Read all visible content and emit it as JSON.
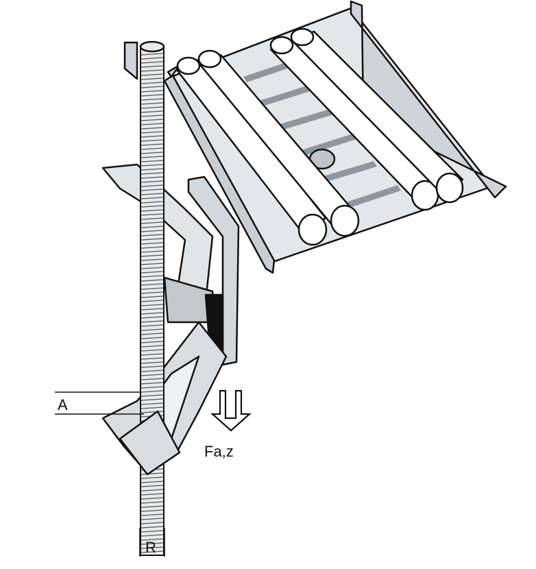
{
  "labels": {
    "dimension_a": "A",
    "force": "Fa,z",
    "rod_dimension": "R"
  },
  "colors": {
    "steel": "#d9dde0",
    "steel_dark": "#9aa1a6",
    "outline": "#111111"
  }
}
